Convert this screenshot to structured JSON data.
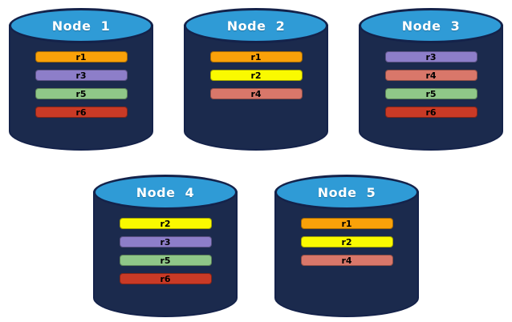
{
  "colors": {
    "background": "#FFFFFF",
    "cylinder_body": "#1B2A4D",
    "cylinder_top": "#2F9BD6",
    "cylinder_outline": "#14224A",
    "node_label_text": "#FFFFFF",
    "replica_label_text": "#000000",
    "replica_colors": {
      "r1": "#F9A109",
      "r2": "#FAFA00",
      "r3": "#8D7EC9",
      "r4": "#D9776A",
      "r5": "#8FC788",
      "r6": "#C93A26"
    }
  },
  "rows": [
    {
      "nodes": [
        {
          "id": "node-1",
          "label": "Node  1",
          "replicas": [
            "r1",
            "r3",
            "r5",
            "r6"
          ]
        },
        {
          "id": "node-2",
          "label": "Node  2",
          "replicas": [
            "r1",
            "r2",
            "r4"
          ]
        },
        {
          "id": "node-3",
          "label": "Node  3",
          "replicas": [
            "r3",
            "r4",
            "r5",
            "r6"
          ]
        }
      ]
    },
    {
      "nodes": [
        {
          "id": "node-4",
          "label": "Node  4",
          "replicas": [
            "r2",
            "r3",
            "r5",
            "r6"
          ]
        },
        {
          "id": "node-5",
          "label": "Node  5",
          "replicas": [
            "r1",
            "r2",
            "r4"
          ]
        }
      ]
    }
  ]
}
